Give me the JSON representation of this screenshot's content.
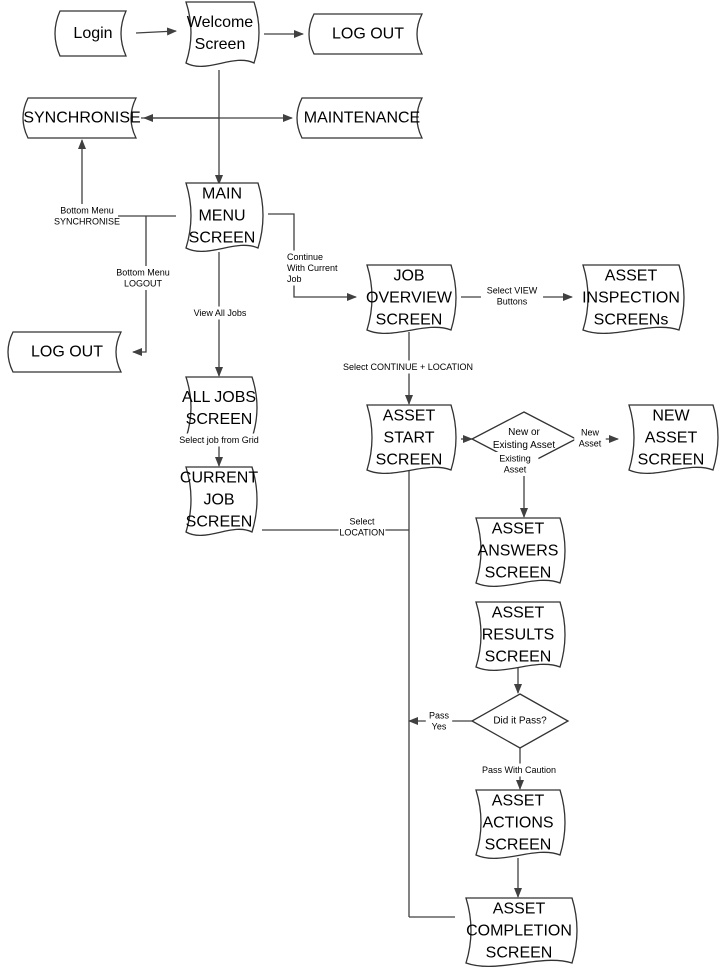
{
  "nodes": [
    {
      "id": "login",
      "lines": [
        "Login"
      ]
    },
    {
      "id": "welcome",
      "lines": [
        "Welcome",
        "Screen"
      ]
    },
    {
      "id": "logout_top",
      "lines": [
        "LOG OUT"
      ]
    },
    {
      "id": "synchronise",
      "lines": [
        "SYNCHRONISE"
      ]
    },
    {
      "id": "maintenance",
      "lines": [
        "MAINTENANCE"
      ]
    },
    {
      "id": "main_menu",
      "lines": [
        "MAIN",
        "MENU",
        "SCREEN"
      ]
    },
    {
      "id": "logout_left",
      "lines": [
        "LOG OUT"
      ]
    },
    {
      "id": "job_overview",
      "lines": [
        "JOB",
        "OVERVIEW",
        "SCREEN"
      ]
    },
    {
      "id": "asset_inspection",
      "lines": [
        "ASSET",
        "INSPECTION",
        "SCREENs"
      ]
    },
    {
      "id": "all_jobs",
      "lines": [
        "ALL JOBS",
        "SCREEN"
      ]
    },
    {
      "id": "asset_start",
      "lines": [
        "ASSET",
        "START",
        "SCREEN"
      ]
    },
    {
      "id": "new_or_existing",
      "lines": [
        "New or",
        "Existing Asset"
      ]
    },
    {
      "id": "new_asset",
      "lines": [
        "NEW",
        "ASSET",
        "SCREEN"
      ]
    },
    {
      "id": "current_job",
      "lines": [
        "CURRENT",
        "JOB",
        "SCREEN"
      ]
    },
    {
      "id": "asset_answers",
      "lines": [
        "ASSET",
        "ANSWERS",
        "SCREEN"
      ]
    },
    {
      "id": "asset_results",
      "lines": [
        "ASSET",
        "RESULTS",
        "SCREEN"
      ]
    },
    {
      "id": "did_it_pass",
      "lines": [
        "Did it Pass?"
      ]
    },
    {
      "id": "asset_actions",
      "lines": [
        "ASSET",
        "ACTIONS",
        "SCREEN"
      ]
    },
    {
      "id": "asset_completion",
      "lines": [
        "ASSET",
        "COMPLETION",
        "SCREEN"
      ]
    }
  ],
  "edge_labels": [
    {
      "id": "bottom_menu_sync",
      "lines": [
        "Bottom Menu",
        "SYNCHRONISE"
      ]
    },
    {
      "id": "bottom_menu_logout",
      "lines": [
        "Bottom Menu",
        "LOGOUT"
      ]
    },
    {
      "id": "continue_current_job",
      "lines": [
        "Continue",
        "With Current",
        "Job"
      ]
    },
    {
      "id": "view_all_jobs",
      "lines": [
        "View All Jobs"
      ]
    },
    {
      "id": "select_view_buttons",
      "lines": [
        "Select VIEW",
        "Buttons"
      ]
    },
    {
      "id": "select_continue_location",
      "lines": [
        "Select CONTINUE + LOCATION"
      ]
    },
    {
      "id": "new_asset_label",
      "lines": [
        "New",
        "Asset"
      ]
    },
    {
      "id": "existing_asset_label",
      "lines": [
        "Existing",
        "Asset"
      ]
    },
    {
      "id": "select_job_grid",
      "lines": [
        "Select job from Grid"
      ]
    },
    {
      "id": "select_location",
      "lines": [
        "Select",
        "LOCATION"
      ]
    },
    {
      "id": "pass_yes",
      "lines": [
        "Pass",
        "Yes"
      ]
    },
    {
      "id": "pass_with_caution",
      "lines": [
        "Pass With Caution"
      ]
    }
  ]
}
